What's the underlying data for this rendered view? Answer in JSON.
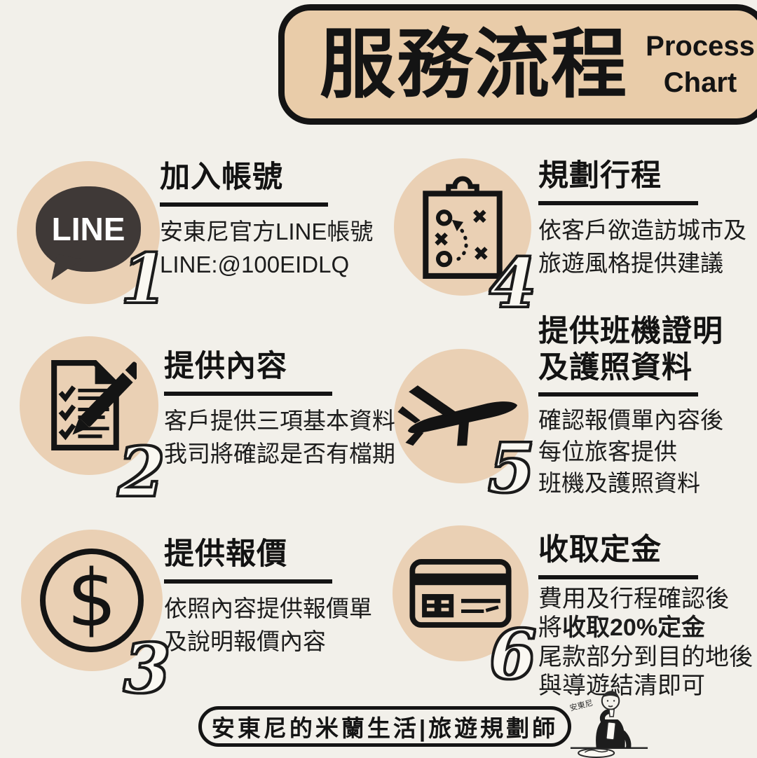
{
  "canvas": {
    "background": "#f2f0ea",
    "box_beige": "#e9cca9",
    "circle_beige": "#ead0b4",
    "ink": "#141414",
    "line_bubble_color": "#3f3937",
    "white": "#ffffff"
  },
  "header": {
    "title": "服務流程",
    "subtitle_line1": "Process",
    "subtitle_line2": "Chart"
  },
  "steps": [
    {
      "number": "1",
      "icon": "line-logo",
      "icon_label": "LINE",
      "title_lines": [
        "加入帳號"
      ],
      "body_lines": [
        "安東尼官方LINE帳號",
        "LINE:@100EIDLQ"
      ]
    },
    {
      "number": "2",
      "icon": "checklist-pen",
      "title_lines": [
        "提供內容"
      ],
      "body_lines": [
        "客戶提供三項基本資料",
        "我司將確認是否有檔期"
      ]
    },
    {
      "number": "3",
      "icon": "dollar-coin",
      "icon_glyph": "$",
      "title_lines": [
        "提供報價"
      ],
      "body_lines": [
        "依照內容提供報價單",
        "及說明報價內容"
      ]
    },
    {
      "number": "4",
      "icon": "strategy-clipboard",
      "title_lines": [
        "規劃行程"
      ],
      "body_lines": [
        "依客戶欲造訪城市及",
        "旅遊風格提供建議"
      ]
    },
    {
      "number": "5",
      "icon": "airplane",
      "title_lines": [
        "提供班機證明",
        "及護照資料"
      ],
      "body_lines": [
        "確認報價單內容後",
        "每位旅客提供",
        "班機及護照資料"
      ]
    },
    {
      "number": "6",
      "icon": "credit-card",
      "title_lines": [
        "收取定金"
      ],
      "body_line1": "費用及行程確認後",
      "body_line2_pre": "將",
      "body_line2_bold": "收取20%定金",
      "body_line3": "尾款部分到目的地後",
      "body_line4": "與導遊結清即可"
    }
  ],
  "footer": {
    "badge_text": "安東尼的米蘭生活|旅遊規劃師",
    "mascot": "anthony-dining-illustration",
    "mascot_scribble": "安東尼"
  }
}
